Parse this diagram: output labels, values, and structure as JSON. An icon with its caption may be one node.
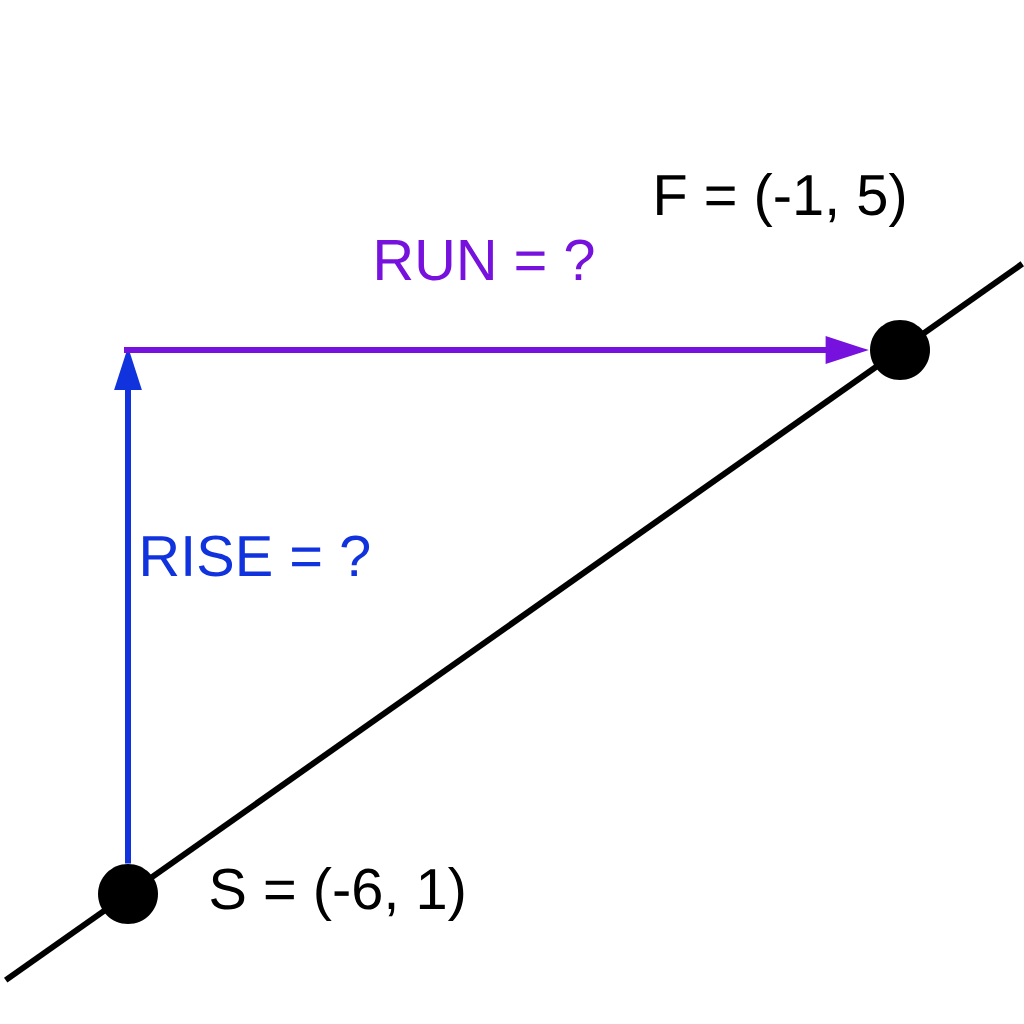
{
  "diagram": {
    "nodes": [
      {
        "text": [],
        "shape": "circle",
        "beside": [
          "S = (-6, 1)"
        ]
      },
      {
        "text": [],
        "shape": "circle",
        "beside": [
          "F = (-1, 5)"
        ]
      }
    ],
    "edges": [
      {
        "from": 0,
        "to": 1,
        "arrow": "none"
      },
      {
        "from": 0,
        "to": null,
        "arrow": "to",
        "label": "RISE = ?",
        "color": "#1133dd"
      },
      {
        "from": null,
        "to": 1,
        "arrow": "to",
        "label": "RUN = ?",
        "color": "#7711dd"
      }
    ]
  }
}
